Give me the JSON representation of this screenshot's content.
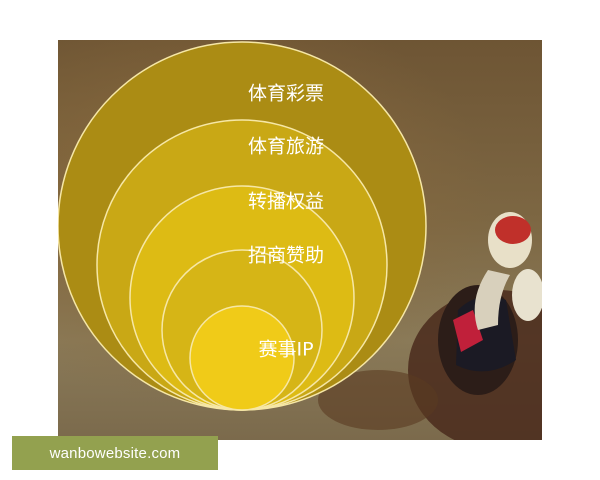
{
  "diagram": {
    "layers": [
      {
        "label": "体育彩票",
        "color": "#ab8c14"
      },
      {
        "label": "体育旅游",
        "color": "#c9a815"
      },
      {
        "label": "转播权益",
        "color": "#ddbb14"
      },
      {
        "label": "招商赞助",
        "color": "#d6b516"
      },
      {
        "label": "赛事IP",
        "color": "#f0cb18"
      }
    ],
    "ring_stroke": "#f6e7a6"
  },
  "watermark": {
    "text": "wanbowebsite.com",
    "color": "#93a14f"
  }
}
